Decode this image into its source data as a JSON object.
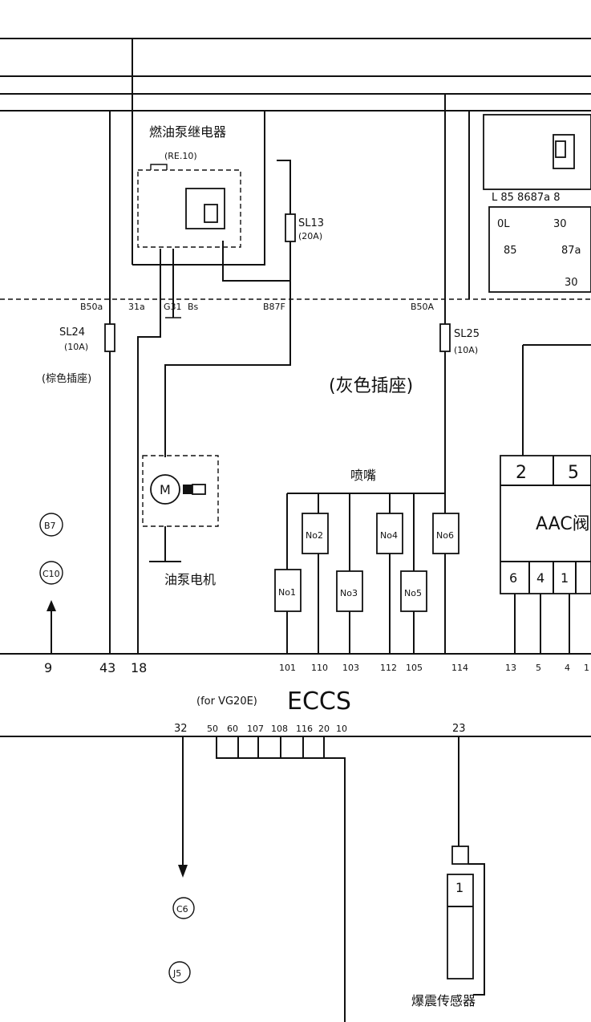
{
  "colors": {
    "ink": "#111111",
    "paper": "#ffffff"
  },
  "labels": {
    "fuel_pump_relay": "燃油泵继电器",
    "relay_code": "(RE.10)",
    "fuse_sl13": "SL13",
    "fuse_sl13_rating": "(20A)",
    "fuse_sl24": "SL24",
    "fuse_sl24_rating": "(10A)",
    "fuse_sl25": "SL25",
    "fuse_sl25_rating": "(10A)",
    "brown_socket": "(棕色插座)",
    "gray_socket": "(灰色插座)",
    "connector_b50a_left": "B50a",
    "connector_31a": "31a",
    "connector_g31": "G31",
    "connector_bs": "Bs",
    "connector_b87f": "B87F",
    "connector_b50a_right": "B50A",
    "fuel_pump_motor": "油泵电机",
    "motor_symbol": "M",
    "injectors_title": "喷嘴",
    "injectors": [
      "No1",
      "No2",
      "No3",
      "No4",
      "No5",
      "No6"
    ],
    "relay_pins_label": "L 85 8687a 8",
    "relay_socket_pins": [
      "0L",
      "30",
      "85",
      "87a",
      "30"
    ],
    "aac_valve": "AAC阀",
    "aac_pins_top": [
      "2",
      "5"
    ],
    "aac_pins_bottom": [
      "6",
      "4",
      "1"
    ],
    "ground_refs": [
      "B7",
      "C10"
    ],
    "bottom_refs": [
      "C6",
      "J5"
    ],
    "ecu_model": "(for VG20E)",
    "ecu_name": "ECCS",
    "upper_pins": [
      "9",
      "43",
      "18",
      "101",
      "110",
      "103",
      "112",
      "105",
      "114",
      "13",
      "5",
      "4",
      "1"
    ],
    "lower_pins": [
      "32",
      "50",
      "60",
      "107",
      "108",
      "116",
      "20",
      "10",
      "23"
    ],
    "sensor_pin": "1",
    "knock_sensor": "爆震传感器"
  }
}
